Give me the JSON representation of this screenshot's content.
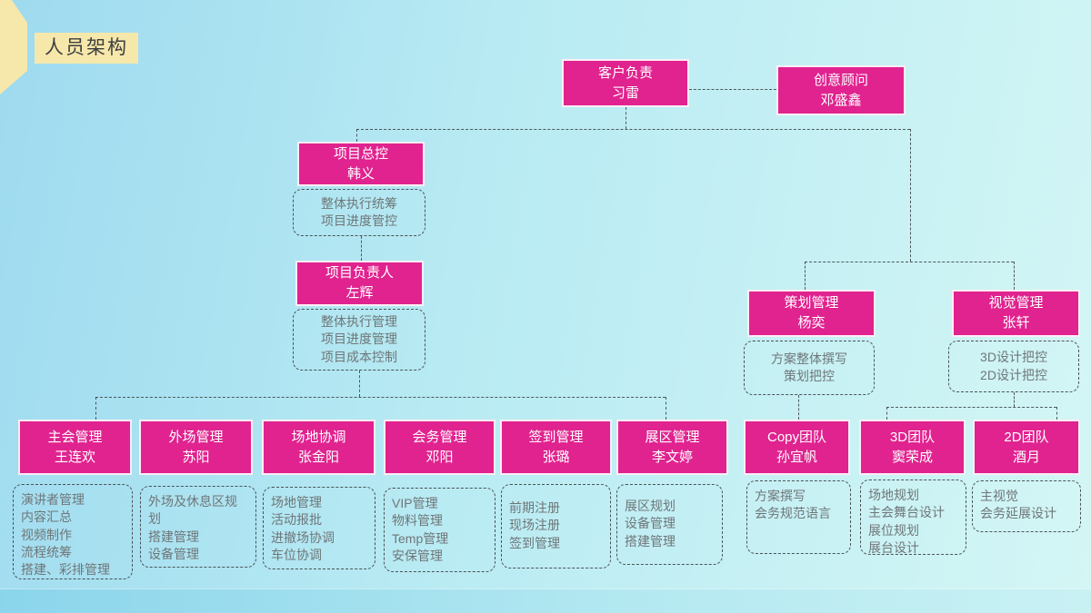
{
  "page_title": "人员架构",
  "colors": {
    "accent_pink": "#e0238f",
    "node_border": "#ffffff",
    "background_left": "#9edaef",
    "background_right": "#d4f6f5",
    "bottom_band": "#8bd5eb",
    "label_background": "#f6e8ab",
    "duty_text": "#6f7678",
    "connector": "#3a3e40"
  },
  "nodes": {
    "client": {
      "role": "客户负责",
      "name": "习雷"
    },
    "creative": {
      "role": "创意顾问",
      "name": "邓盛鑫"
    },
    "master": {
      "role": "项目总控",
      "name": "韩义",
      "duties": "整体执行统筹\n项目进度管控"
    },
    "leader": {
      "role": "项目负责人",
      "name": "左辉",
      "duties": "整体执行管理\n项目进度管理\n项目成本控制"
    },
    "planning": {
      "role": "策划管理",
      "name": "杨奕",
      "duties": "方案整体撰写\n策划把控"
    },
    "visual": {
      "role": "视觉管理",
      "name": "张轩",
      "duties": "3D设计把控\n2D设计把控"
    }
  },
  "teams": [
    {
      "role": "主会管理",
      "name": "王连欢",
      "duties": "演讲者管理\n内容汇总\n视频制作\n流程统筹\n搭建、彩排管理"
    },
    {
      "role": "外场管理",
      "name": "苏阳",
      "duties": "外场及休息区规划\n搭建管理\n设备管理"
    },
    {
      "role": "场地协调",
      "name": "张金阳",
      "duties": "场地管理\n活动报批\n进撤场协调\n车位协调"
    },
    {
      "role": "会务管理",
      "name": "邓阳",
      "duties": "VIP管理\n物料管理\nTemp管理\n安保管理"
    },
    {
      "role": "签到管理",
      "name": "张璐",
      "duties": "前期注册\n现场注册\n签到管理"
    },
    {
      "role": "展区管理",
      "name": "李文婷",
      "duties": "展区规划\n设备管理\n搭建管理"
    },
    {
      "role": "Copy团队",
      "name": "孙宜帆",
      "duties": "方案撰写\n会务规范语言"
    },
    {
      "role": "3D团队",
      "name": "窦荣成",
      "duties": "场地规划\n主会舞台设计\n展位规划\n展台设计"
    },
    {
      "role": "2D团队",
      "name": "酒月",
      "duties": "主视觉\n会务延展设计"
    }
  ]
}
